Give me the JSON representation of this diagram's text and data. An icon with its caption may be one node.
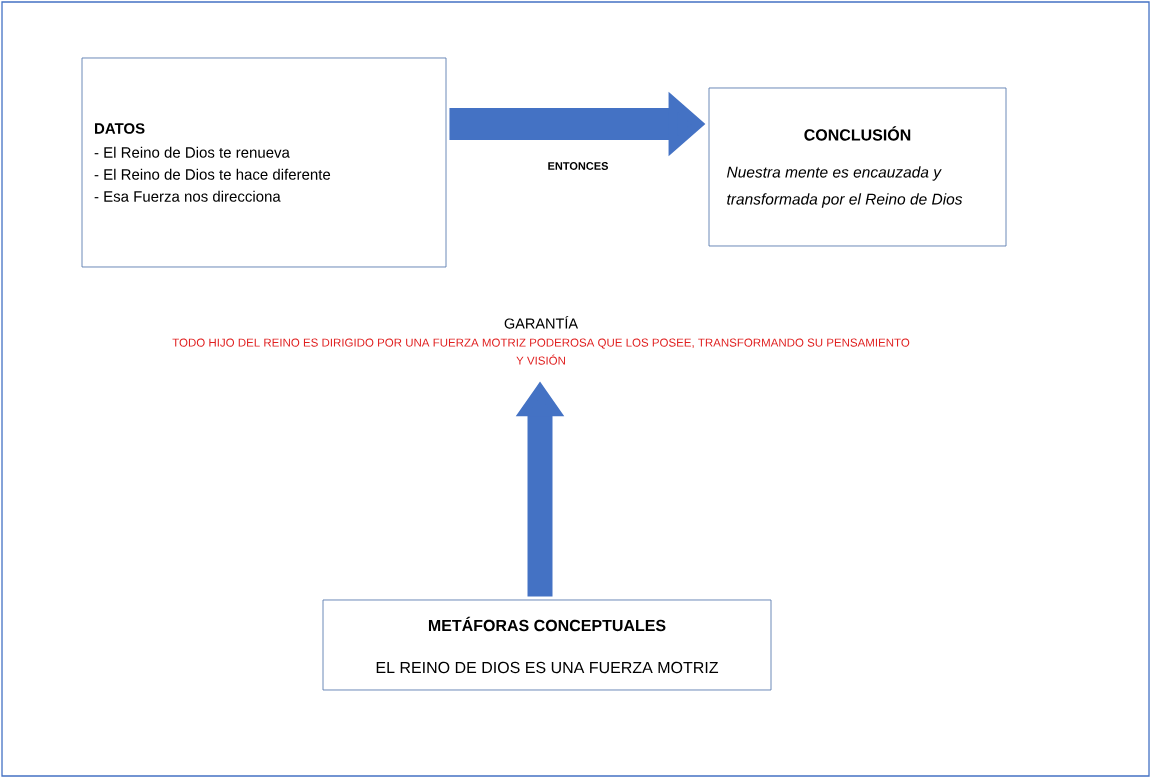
{
  "diagram": {
    "nodes": [
      {
        "text": [
          "DATOS",
          "- El Reino de Dios te renueva",
          "- El Reino de Dios te hace diferente",
          "- Esa Fuerza nos direcciona"
        ]
      },
      {
        "text": [
          "CONCLUSIÓN",
          "Nuestra mente es encauzada y transformada por el Reino de Dios"
        ]
      },
      {
        "text": [
          "GARANTÍA",
          "TODO HIJO DEL REINO ES DIRIGIDO POR UNA FUERZA MOTRIZ PODEROSA QUE LOS POSEE, TRANSFORMANDO SU PENSAMIENTO Y VISIÓN"
        ]
      },
      {
        "text": [
          "METÁFORAS CONCEPTUALES",
          "EL REINO DE DIOS ES UNA FUERZA MOTRIZ"
        ]
      }
    ],
    "edges": [
      {
        "from": 0,
        "to": 1,
        "arrow": "to",
        "label": "ENTONCES"
      },
      {
        "from": 3,
        "to": 2,
        "arrow": "to"
      }
    ]
  }
}
